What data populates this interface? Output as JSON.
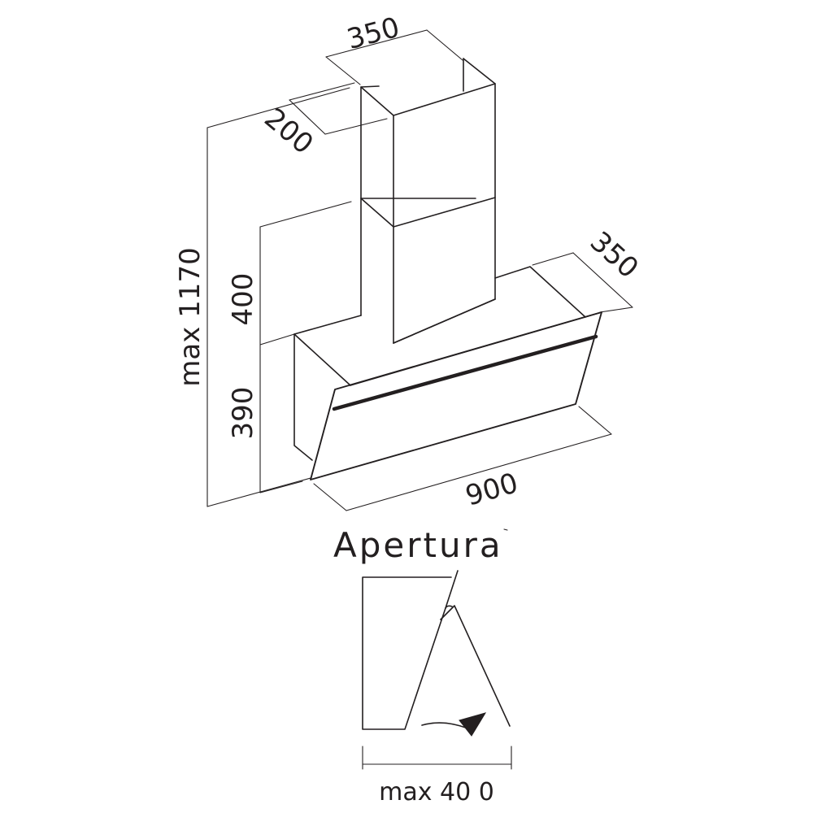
{
  "dimensions": {
    "duct_width": "350",
    "duct_depth": "200",
    "hood_depth": "350",
    "max_total_height": "max 1170",
    "duct_height": "400",
    "hood_height": "390",
    "hood_width": "900"
  },
  "opening": {
    "title": "Apertura",
    "max_opening": "max 40 0"
  }
}
